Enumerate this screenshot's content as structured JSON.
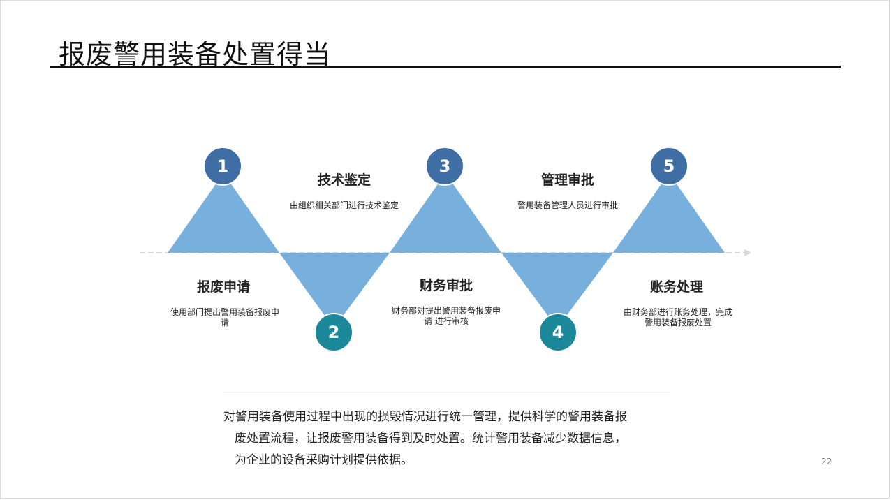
{
  "slide": {
    "title": "报废警用装备处置得当",
    "page_number": "22"
  },
  "colors": {
    "triangle": "#78b0dd",
    "circle_up": "#3e6ea3",
    "circle_down": "#1b899a",
    "arrow_line": "#d9d9d9"
  },
  "steps": [
    {
      "number": "1",
      "title": "报废申请",
      "desc": "使用部门提出警用装备报废申请"
    },
    {
      "number": "2",
      "title": "技术鉴定",
      "desc": "由组织相关部门进行技术鉴定"
    },
    {
      "number": "3",
      "title": "财务审批",
      "desc": "财务部对提出警用装备报废申请 进行审核"
    },
    {
      "number": "4",
      "title": "管理审批",
      "desc": "警用装备管理人员进行审批"
    },
    {
      "number": "5",
      "title": "账务处理",
      "desc": "由财务部进行账务处理，完成警用装备报废处置"
    }
  ],
  "summary": {
    "lines": [
      "对警用装备使用过程中出现的损毁情况进行统一管理，提供科学的警用装备报",
      "废处置流程，让报废警用装备得到及时处置。统计警用装备减少数据信息，",
      "为企业的设备采购计划提供依据。"
    ]
  }
}
